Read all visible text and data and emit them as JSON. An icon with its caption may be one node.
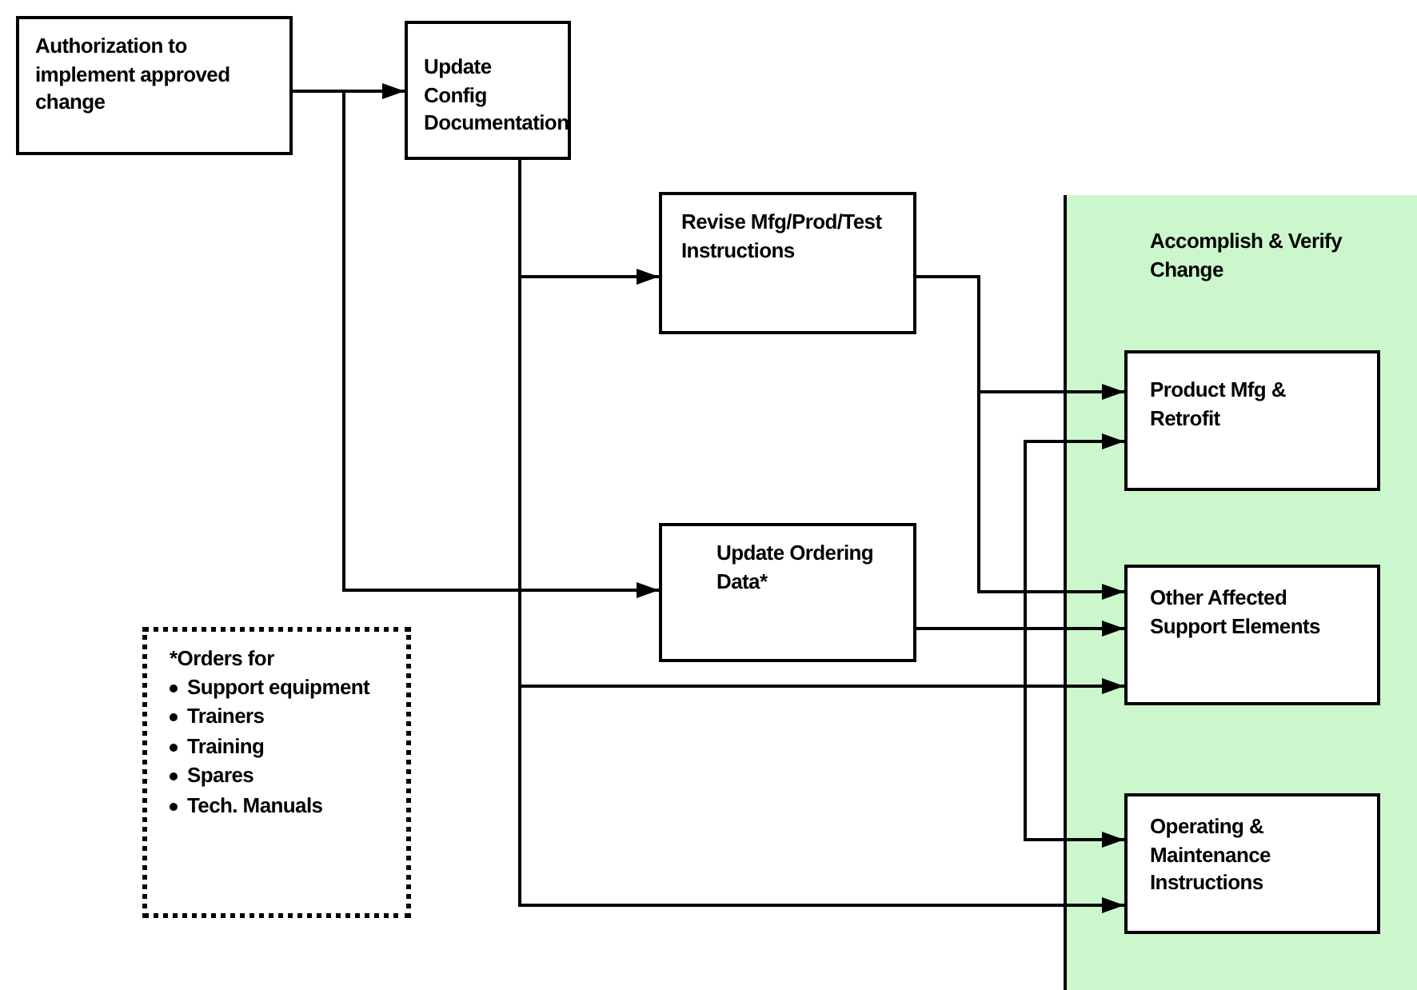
{
  "diagram": {
    "nodes": [
      {
        "text": [
          "Authorization to implement approved change"
        ]
      },
      {
        "text": [
          "Update Config Documentation"
        ]
      },
      {
        "text": [
          "Revise Mfg/Prod/Test Instructions"
        ]
      },
      {
        "text": [
          "Update Ordering Data*"
        ]
      },
      {
        "text": [
          "Accomplish & Verify Change"
        ]
      },
      {
        "text": [
          "Product Mfg & Retrofit"
        ],
        "in": 4
      },
      {
        "text": [
          "Other Affected Support Elements"
        ],
        "in": 4
      },
      {
        "text": [
          "Operating & Maintenance Instructions"
        ],
        "in": 4
      },
      {
        "text": [
          "*Orders for",
          "Support equipment",
          "Trainers",
          "Training",
          "Spares",
          "Tech. Manuals"
        ]
      }
    ],
    "edges": [
      {
        "from": 0,
        "to": 1,
        "arrow": "to"
      },
      {
        "from": 0,
        "to": 3,
        "arrow": "to"
      },
      {
        "from": 1,
        "to": 2,
        "arrow": "to"
      },
      {
        "from": 1,
        "to": 6,
        "arrow": "to"
      },
      {
        "from": 1,
        "to": 7,
        "arrow": "to"
      },
      {
        "from": 2,
        "to": 5,
        "arrow": "to"
      },
      {
        "from": 2,
        "to": 6,
        "arrow": "to"
      },
      {
        "from": 3,
        "to": 6,
        "arrow": "to"
      },
      {
        "from": 5,
        "to": 7,
        "arrow": "both"
      }
    ]
  }
}
